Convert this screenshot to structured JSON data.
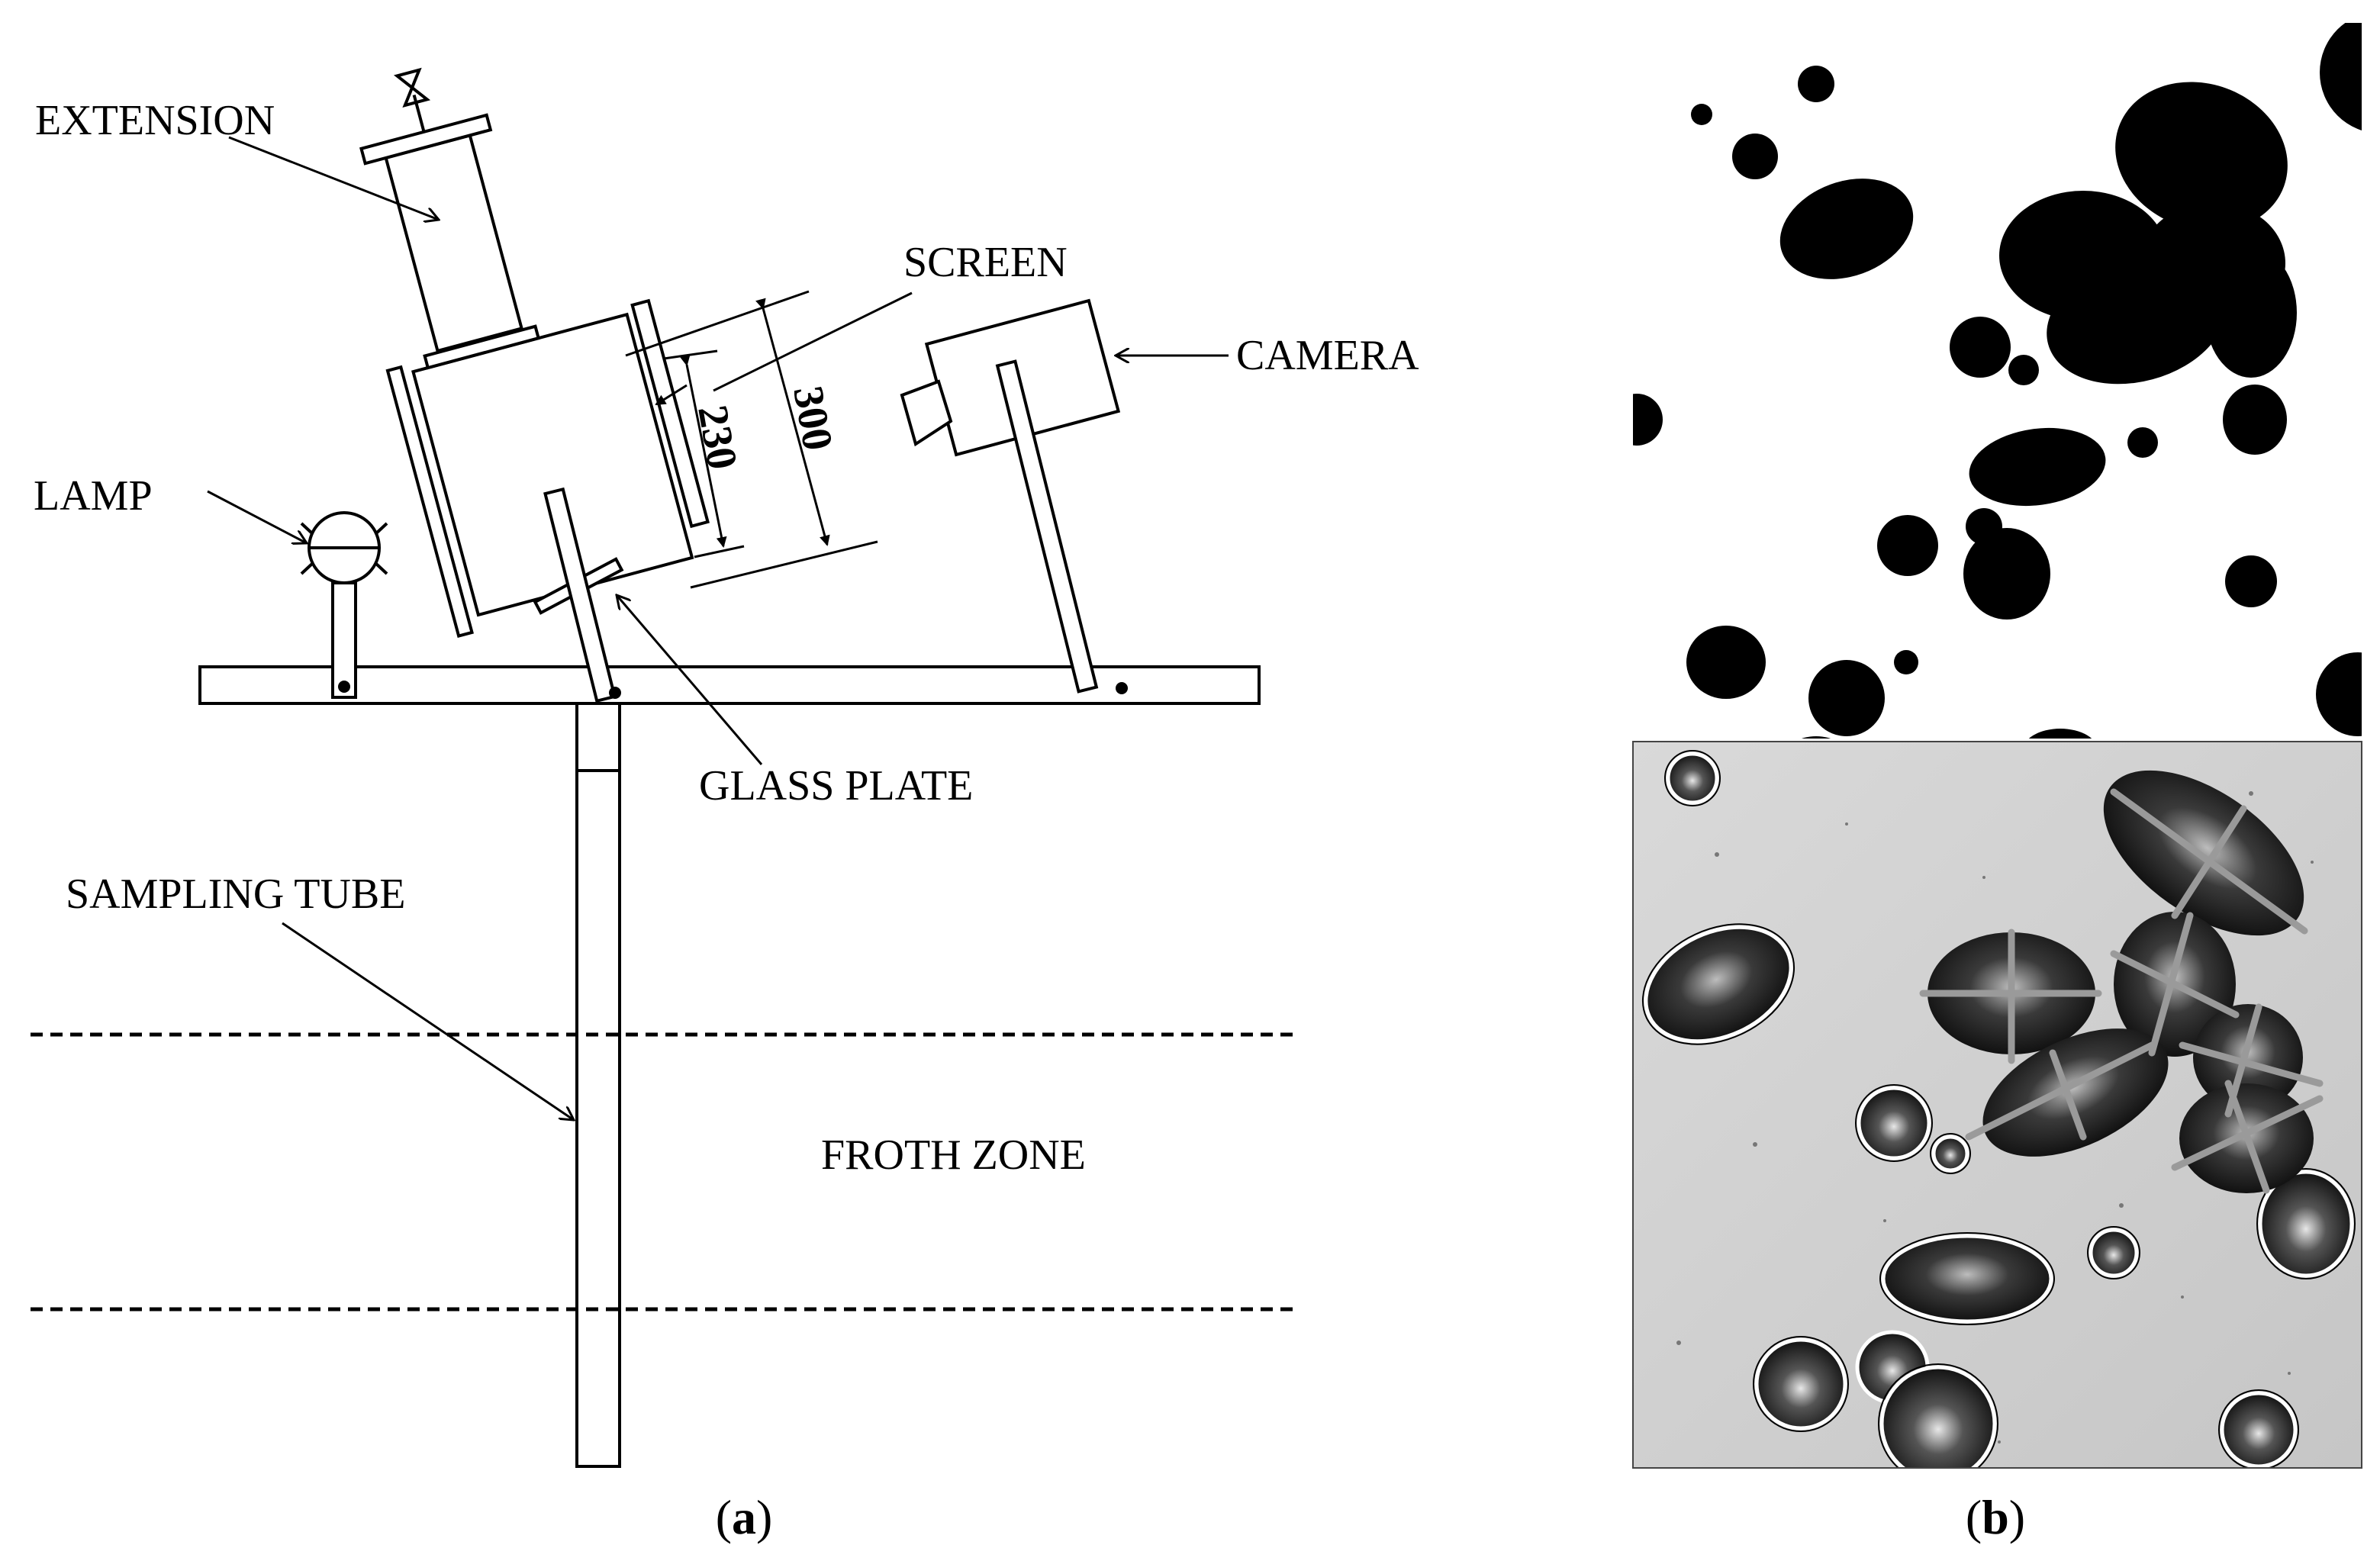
{
  "panel_a": {
    "labels": {
      "extension": "EXTENSION",
      "screen": "SCREEN",
      "camera": "CAMERA",
      "lamp": "LAMP",
      "glass_plate": "GLASS PLATE",
      "sampling_tube": "SAMPLING TUBE",
      "froth_zone": "FROTH ZONE"
    },
    "dimensions": {
      "inner": "230",
      "outer": "300"
    },
    "caption": {
      "open": "(",
      "letter": "a",
      "close": ")"
    }
  },
  "panel_b": {
    "caption": {
      "open": "(",
      "letter": "b",
      "close": ")"
    }
  }
}
